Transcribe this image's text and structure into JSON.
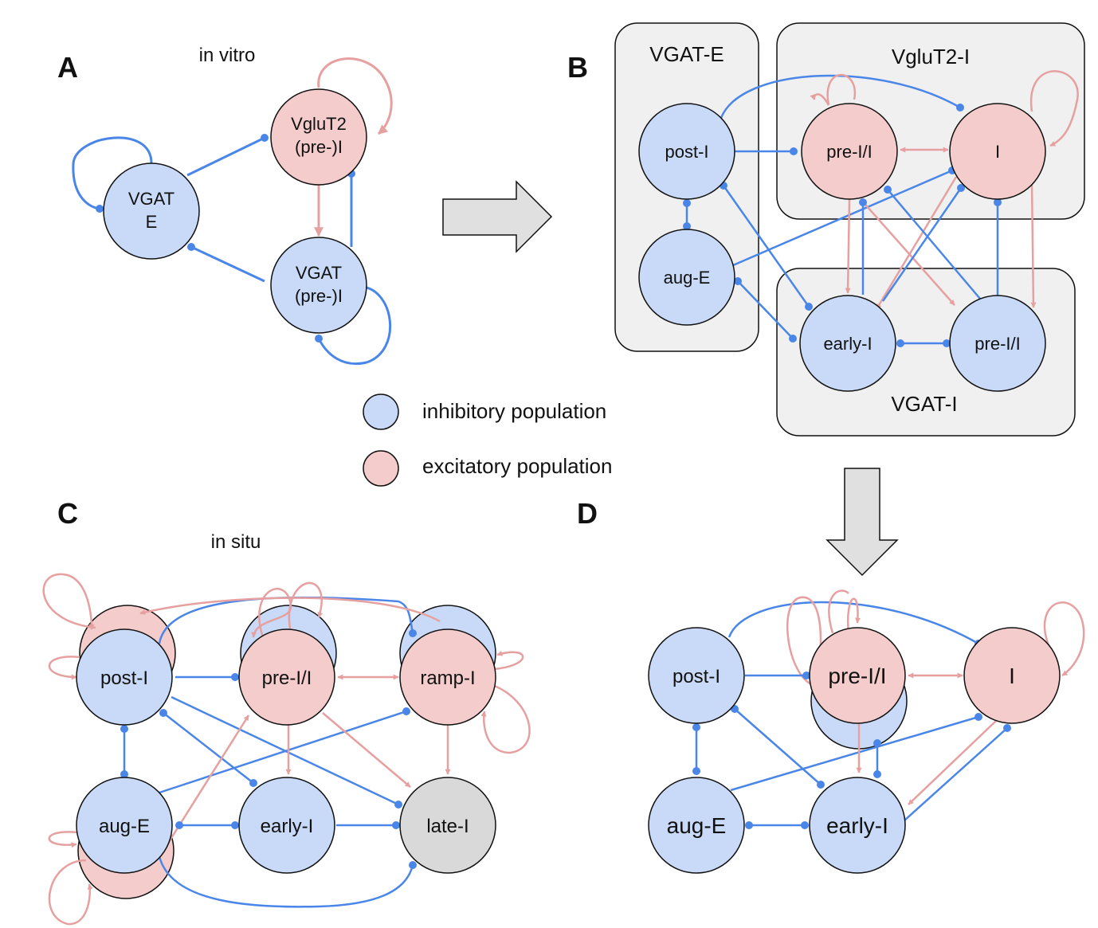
{
  "colors": {
    "inhibitory": "#c9daf8",
    "excitatory": "#f4cccc",
    "unknown": "#d9d9d9",
    "inhibitory_edge": "#4a86e8",
    "excitatory_edge": "#e6a0a0",
    "group_fill": "#f0f0f0",
    "arrow_fill": "#e0e0e0"
  },
  "panels": {
    "a": {
      "letter": "A",
      "caption": "in vitro"
    },
    "b": {
      "letter": "B"
    },
    "c": {
      "letter": "C",
      "caption": "in situ"
    },
    "d": {
      "letter": "D"
    }
  },
  "legend": {
    "inhibitory": "inhibitory population",
    "excitatory": "excitatory population"
  },
  "groups": {
    "vgat_e": "VGAT-E",
    "vglut2_i": "VgluT2-I",
    "vgat_i": "VGAT-I"
  },
  "nodes": {
    "a_vgat_e": [
      "VGAT",
      "E"
    ],
    "a_vglut2": [
      "VgluT2",
      "(pre-)I"
    ],
    "a_vgat_prei": [
      "VGAT",
      "(pre-)I"
    ],
    "b_post_i": "post-I",
    "b_aug_e": "aug-E",
    "b_pre_ii": "pre-I/I",
    "b_i": "I",
    "b_early_i": "early-I",
    "b_pre_ii_inh": "pre-I/I",
    "c_post_i": "post-I",
    "c_pre_ii": "pre-I/I",
    "c_ramp_i": "ramp-I",
    "c_aug_e": "aug-E",
    "c_early_i": "early-I",
    "c_late_i": "late-I",
    "d_post_i": "post-I",
    "d_pre_ii": "pre-I/I",
    "d_i": "I",
    "d_aug_e": "aug-E",
    "d_early_i": "early-I"
  }
}
